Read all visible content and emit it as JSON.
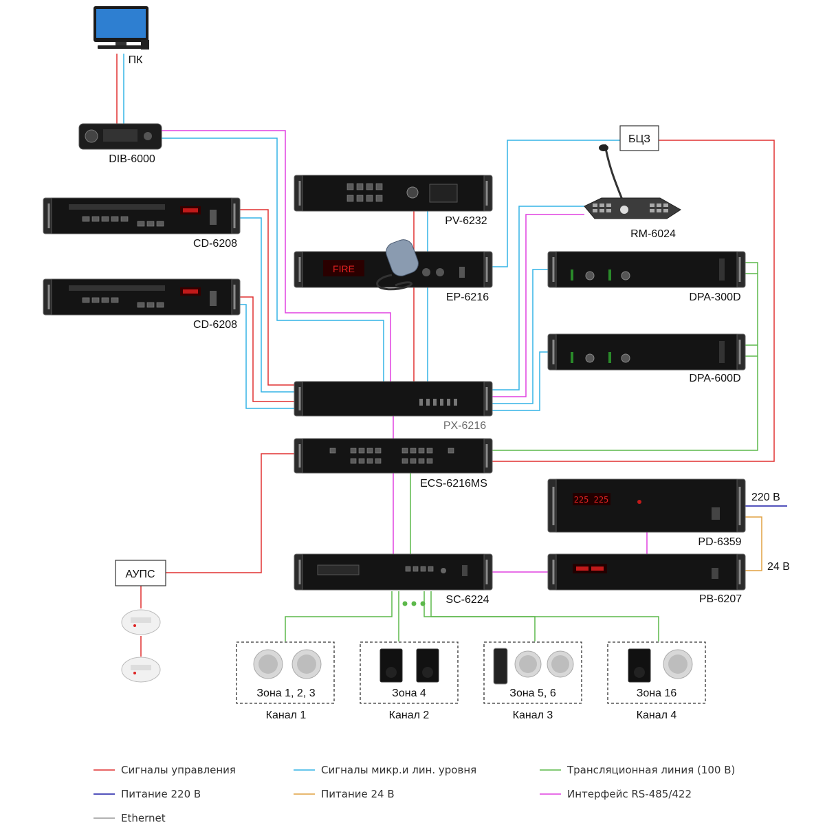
{
  "devices": {
    "pc": "ПК",
    "dib": "DIB-6000",
    "cd1": "CD-6208",
    "cd2": "CD-6208",
    "pv": "PV-6232",
    "ep": "EP-6216",
    "ep_display": "FIRE",
    "px": "PX-6216",
    "ecs": "ECS-6216MS",
    "sc": "SC-6224",
    "rm": "RM-6024",
    "dpa300": "DPA-300D",
    "dpa600": "DPA-600D",
    "pd": "PD-6359",
    "pd_display": "225 225",
    "pb": "PB-6207",
    "bcz": "БЦЗ",
    "aups": "АУПС"
  },
  "power": {
    "v220": "220 В",
    "v24": "24 В"
  },
  "zones": [
    {
      "zone": "Зона 1, 2, 3",
      "channel": "Канал 1"
    },
    {
      "zone": "Зона 4",
      "channel": "Канал 2"
    },
    {
      "zone": "Зона 5, 6",
      "channel": "Канал 3"
    },
    {
      "zone": "Зона 16",
      "channel": "Канал 4"
    }
  ],
  "legend": [
    {
      "text": "Сигналы управления",
      "color": "#e03030"
    },
    {
      "text": "Сигналы микр.и лин. уровня",
      "color": "#33b4e6"
    },
    {
      "text": "Трансляционная линия (100 В)",
      "color": "#5cb84a"
    },
    {
      "text": "Питание 220 В",
      "color": "#1a1aa6"
    },
    {
      "text": "Питание 24 В",
      "color": "#e0a040"
    },
    {
      "text": "Интерфейс RS-485/422",
      "color": "#e040e0"
    },
    {
      "text": "Ethernet",
      "color": "#999999"
    }
  ],
  "colors": {
    "control": "#e03030",
    "signal": "#33b4e6",
    "line100": "#5cb84a",
    "p220": "#1a1aa6",
    "p24": "#e0a040",
    "rs485": "#e040e0"
  }
}
